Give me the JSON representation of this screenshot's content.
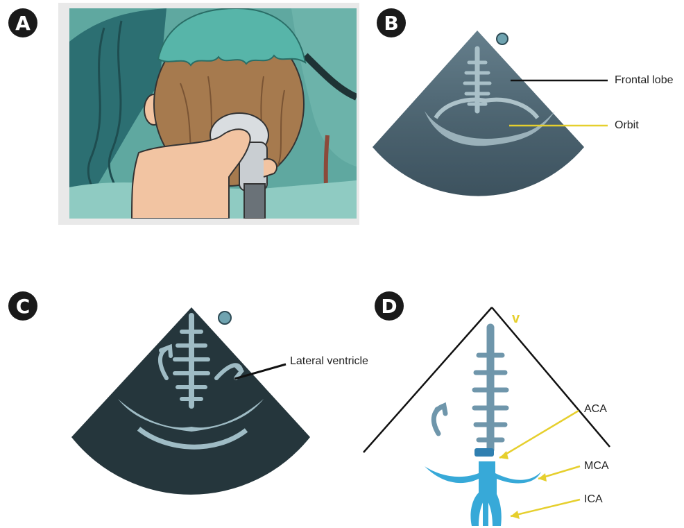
{
  "panels": [
    {
      "id": "A",
      "badge": "A"
    },
    {
      "id": "B",
      "badge": "B",
      "labels": [
        "Frontal lobe",
        "Orbit"
      ]
    },
    {
      "id": "C",
      "badge": "C",
      "labels": [
        "Lateral ventricle"
      ]
    },
    {
      "id": "D",
      "badge": "D",
      "marker": "v",
      "labels": [
        "ACA",
        "MCA",
        "ICA"
      ]
    }
  ],
  "colors": {
    "drape": "#5fa8a0",
    "hair": "#a67a4e",
    "skin": "#f2c4a2",
    "ultrasound_dark": "#25363c",
    "ultrasound_mid": "#4f6b78",
    "vessel_gray": "#6f96ab",
    "vessel_blue": "#37a9d8",
    "leader_yellow": "#e6cf2d",
    "leader_black": "#111111"
  }
}
